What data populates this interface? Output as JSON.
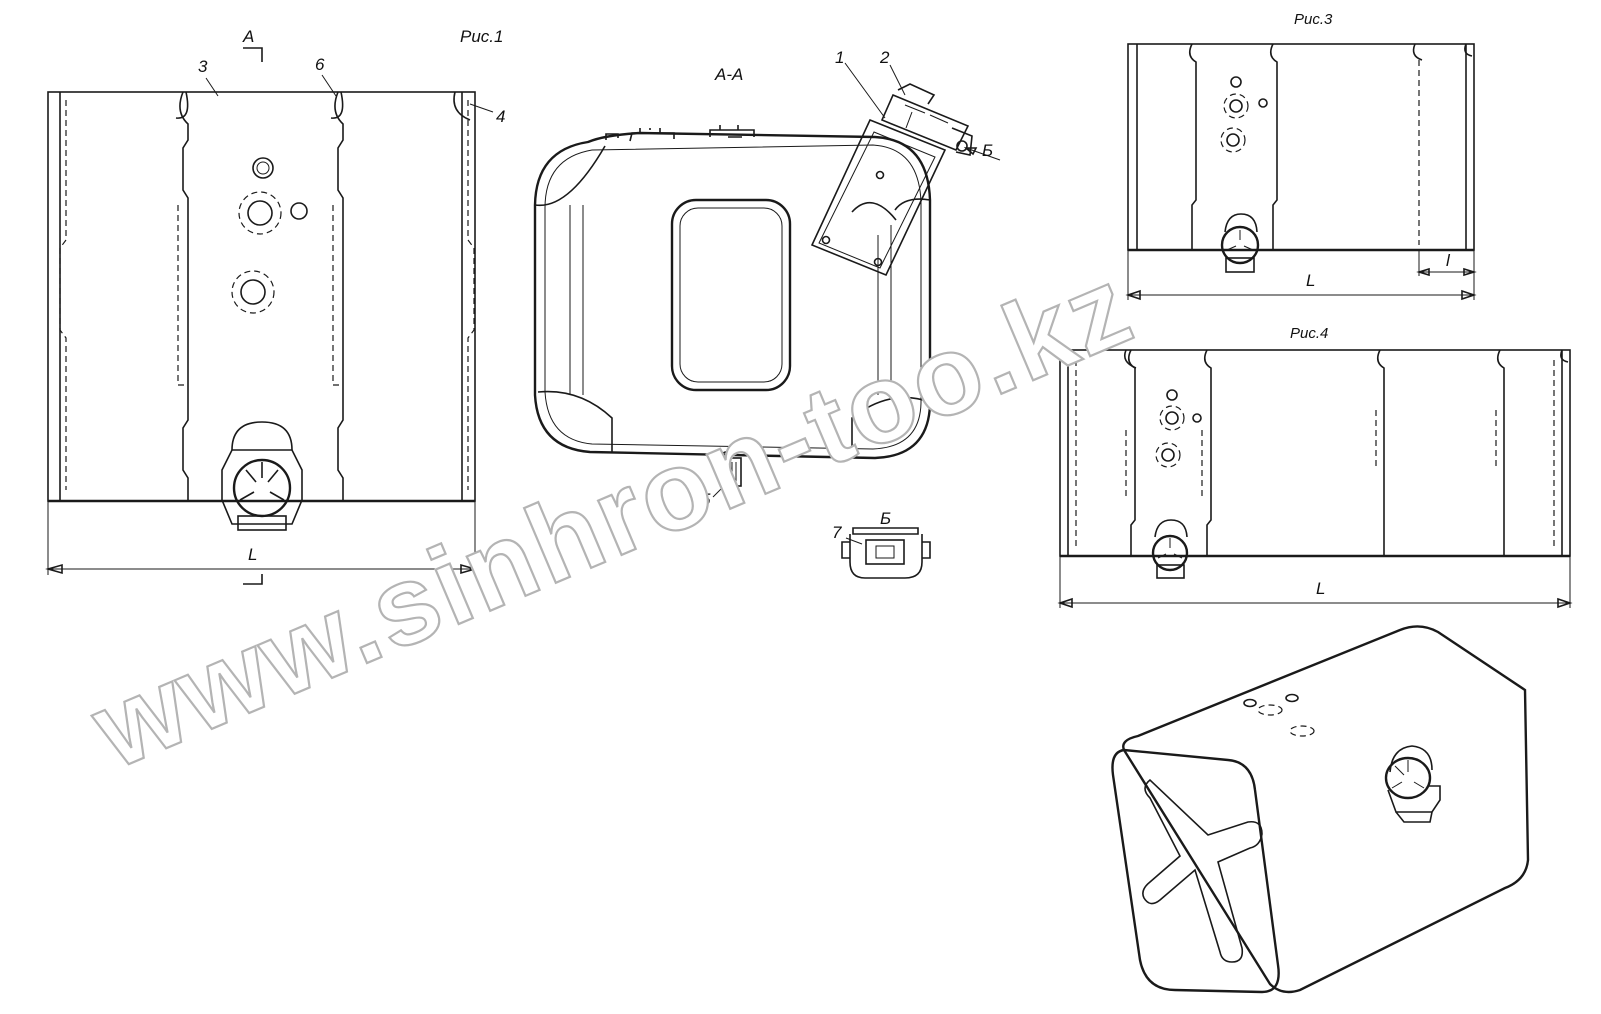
{
  "figures": {
    "fig1": {
      "caption": "Рис.1",
      "section_mark": "А",
      "dimension": "L",
      "callouts": [
        "3",
        "6",
        "4"
      ]
    },
    "section": {
      "caption": "А-А",
      "callouts": [
        "1",
        "2",
        "5"
      ],
      "view_mark": "Б"
    },
    "view_b": {
      "caption": "Б",
      "callout": "7"
    },
    "fig3": {
      "caption": "Рис.3",
      "dimension_total": "L",
      "dimension_offset": "l"
    },
    "fig4": {
      "caption": "Рис.4",
      "dimension": "L"
    }
  },
  "watermark": "www.sinhron-too.kz"
}
